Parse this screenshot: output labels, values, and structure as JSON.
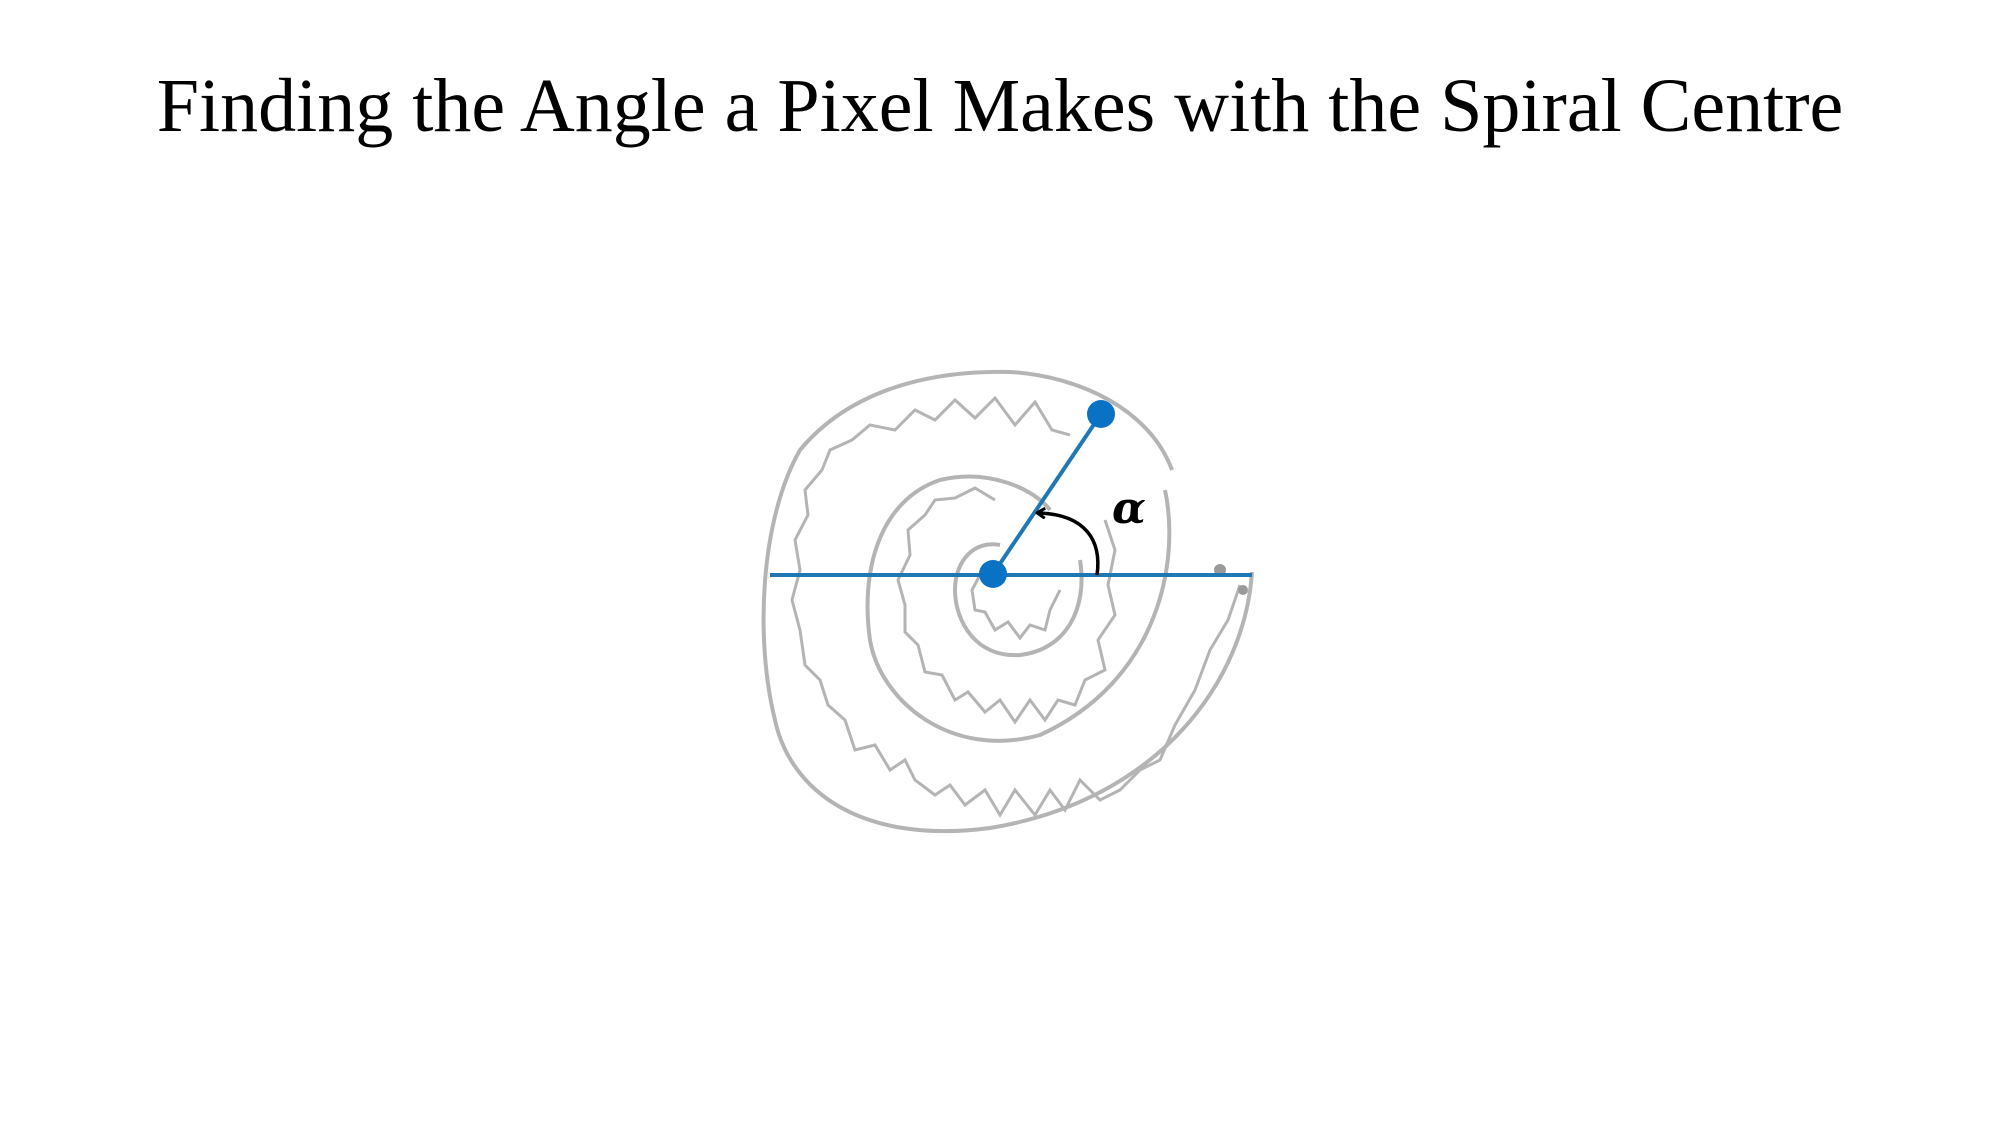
{
  "title": "Finding the Angle a Pixel Makes with the Spiral Centre",
  "diagram": {
    "angle_symbol": "α",
    "colors": {
      "reference_lines": "#1f77b4",
      "points": "#0a72c4",
      "spiral": "#b4b4b4",
      "angle_arc": "#000000",
      "text": "#000000"
    },
    "elements": {
      "centre_point": "spiral centre",
      "pixel_point": "pixel on spiral",
      "reference_line": "horizontal reference line",
      "radius_line": "line from centre to pixel"
    }
  }
}
